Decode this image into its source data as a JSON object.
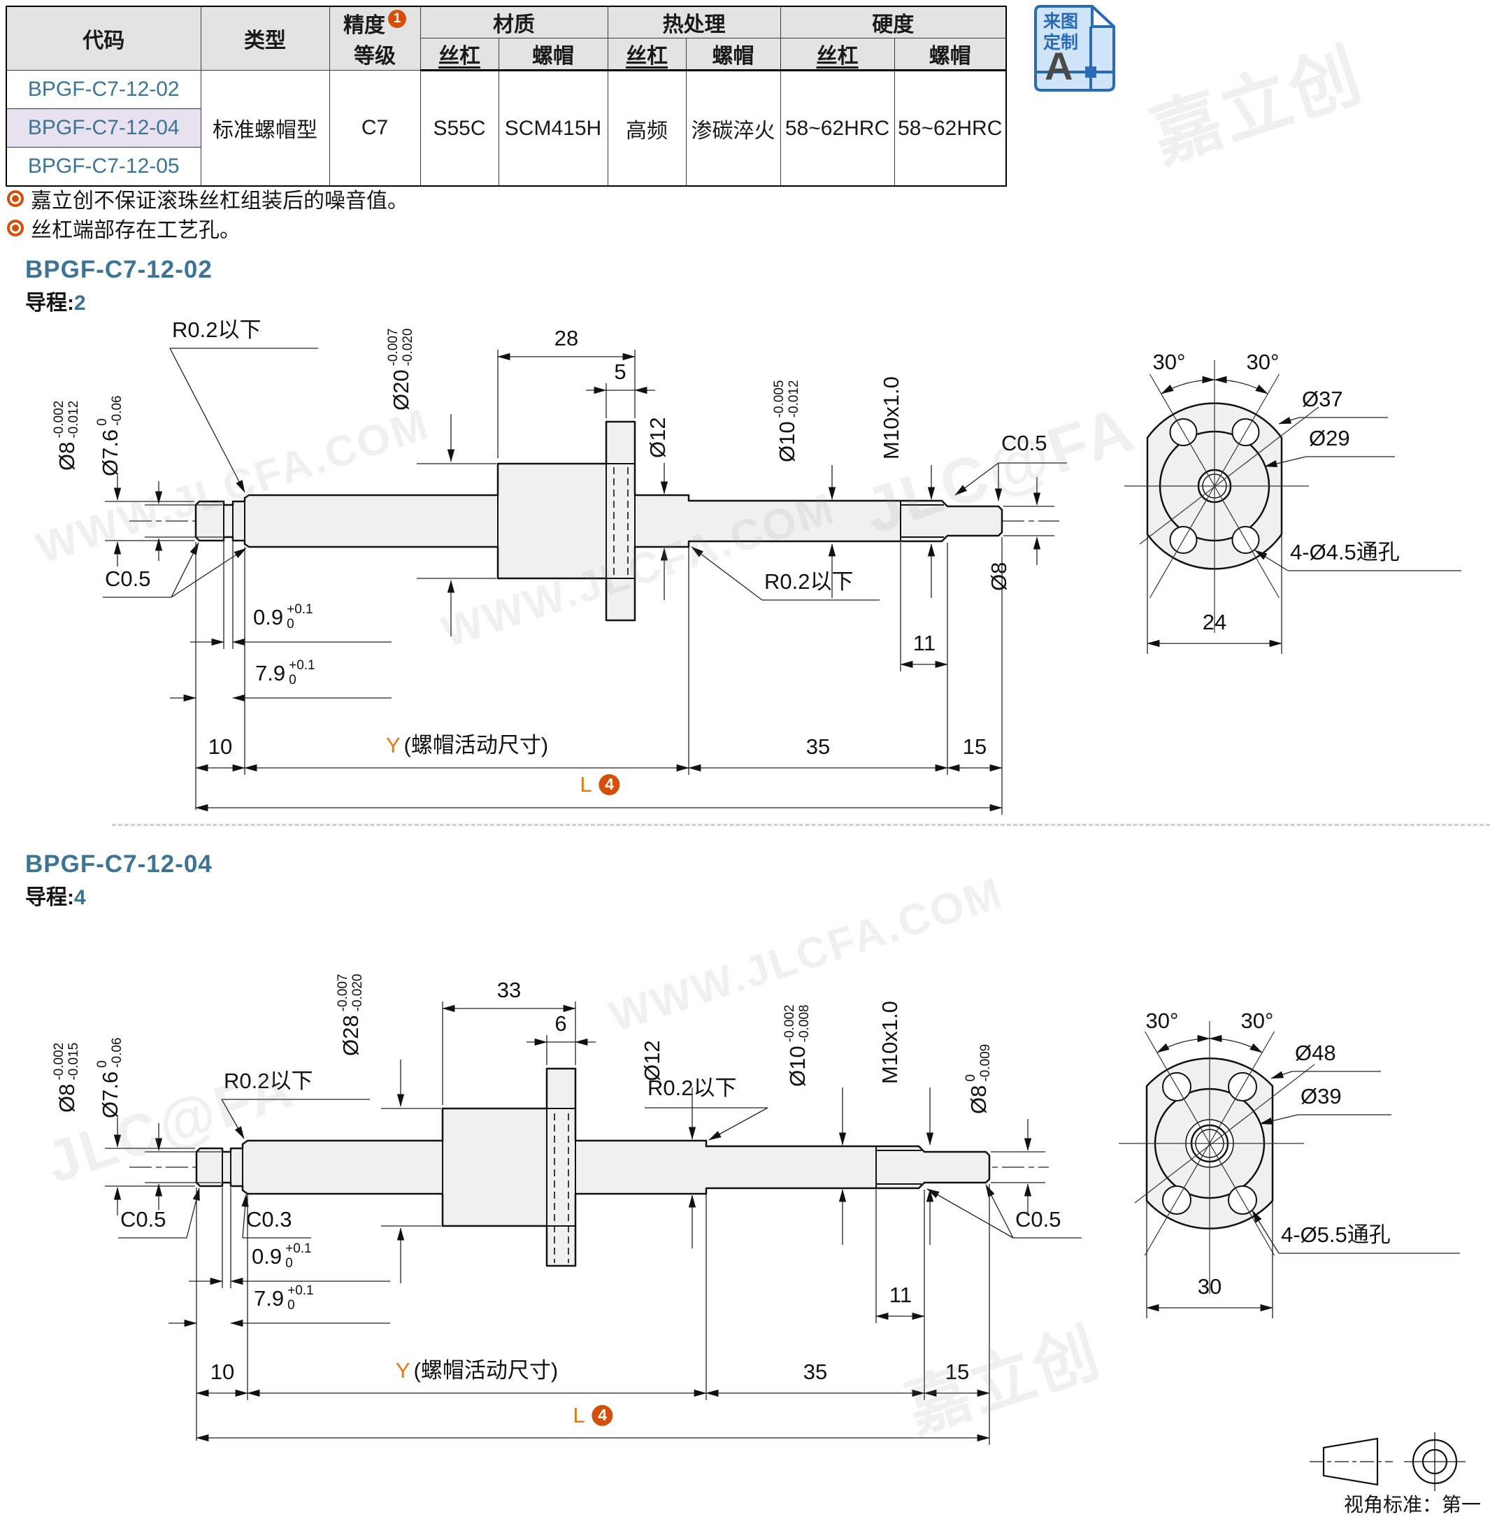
{
  "colors": {
    "accent_orange": "#e8790a",
    "badge_orange": "#d4500a",
    "link_blue": "#3c7496",
    "badge_blue": "#2a6bb5",
    "badge_bg": "#cfe4f7",
    "row_highlight": "#e7e1f0",
    "header_bg": "#e3e3e3"
  },
  "table": {
    "headers": {
      "code": "代码",
      "type": "类型",
      "precision_l1": "精度",
      "precision_badge": "1",
      "precision_l2": "等级",
      "material": "材质",
      "heat": "热处理",
      "hardness": "硬度",
      "sub_screw": "丝杠",
      "sub_nut": "螺帽"
    },
    "rows": [
      {
        "code": "BPGF-C7-12-02"
      },
      {
        "code": "BPGF-C7-12-04"
      },
      {
        "code": "BPGF-C7-12-05"
      }
    ],
    "merged": {
      "type": "标准螺帽型",
      "precision": "C7",
      "mat_screw": "S55C",
      "mat_nut": "SCM415H",
      "heat_screw": "高频",
      "heat_nut": "渗碳淬火",
      "hard_screw": "58~62HRC",
      "hard_nut": "58~62HRC"
    }
  },
  "custom_badge": {
    "line1": "来图",
    "line2": "定制",
    "letter": "A"
  },
  "notes": [
    {
      "text": "嘉立创不保证滚珠丝杠组装后的噪音值。"
    },
    {
      "text": "丝杠端部存在工艺孔。"
    }
  ],
  "watermark": {
    "brand": "JLC@FA",
    "brand_cn": "嘉立创",
    "url": "WWW.JLCFA.COM"
  },
  "footer": {
    "view_standard": "视角标准：第一视角"
  },
  "sections": [
    {
      "code": "BPGF-C7-12-02",
      "lead_label": "导程:",
      "lead": "2",
      "labels": {
        "nut_len": "28",
        "flange_t": "5",
        "dia_nut": {
          "m": "Ø20",
          "sup": "-0.007",
          "sub": "-0.020"
        },
        "dia_screw": "Ø12",
        "dia_tip_left": {
          "m": "Ø8",
          "sup": "-0.002",
          "sub": "-0.012"
        },
        "dia_groove": {
          "m": "Ø7.6",
          "sup": "0",
          "sub": "-0.06"
        },
        "r_left": "R0.2以下",
        "r_right": "R0.2以下",
        "dia_journal": {
          "m": "Ø10",
          "sup": "-0.005",
          "sub": "-0.012"
        },
        "thread": "M10x1.0",
        "c_left": "C0.5",
        "c_right": "C0.5",
        "dia_tip_right": {
          "m": "Ø8",
          "sup": "",
          "sub": ""
        },
        "groove_w": {
          "m": "0.9",
          "sup": "+0.1",
          "sub": "0"
        },
        "groove_pos": {
          "m": "7.9",
          "sup": "+0.1",
          "sub": "0"
        },
        "end_len": "10",
        "y_sym": "Y",
        "y_text": "(螺帽活动尺寸)",
        "mid_len": "35",
        "tip_len": "15",
        "thread_len": "11",
        "l_sym": "L",
        "l_note": "4",
        "ang_left": "30°",
        "ang_right": "30°",
        "flange_od": "Ø37",
        "bolt_circle": "Ø29",
        "holes": "4-Ø4.5通孔",
        "across_flats": "24"
      }
    },
    {
      "code": "BPGF-C7-12-04",
      "lead_label": "导程:",
      "lead": "4",
      "labels": {
        "nut_len": "33",
        "flange_t": "6",
        "dia_nut": {
          "m": "Ø28",
          "sup": "-0.007",
          "sub": "-0.020"
        },
        "dia_screw": "Ø12",
        "dia_tip_left": {
          "m": "Ø8",
          "sup": "-0.002",
          "sub": "-0.015"
        },
        "dia_groove": {
          "m": "Ø7.6",
          "sup": "0",
          "sub": "-0.06"
        },
        "r_left": "R0.2以下",
        "r_right": "R0.2以下",
        "dia_journal": {
          "m": "Ø10",
          "sup": "-0.002",
          "sub": "-0.008"
        },
        "thread": "M10x1.0",
        "c_left": "C0.5",
        "c_left2": "C0.3",
        "c_right": "C0.5",
        "dia_tip_right": {
          "m": "Ø8",
          "sup": "0",
          "sub": "-0.009"
        },
        "groove_w": {
          "m": "0.9",
          "sup": "+0.1",
          "sub": "0"
        },
        "groove_pos": {
          "m": "7.9",
          "sup": "+0.1",
          "sub": "0"
        },
        "end_len": "10",
        "y_sym": "Y",
        "y_text": "(螺帽活动尺寸)",
        "mid_len": "35",
        "tip_len": "15",
        "thread_len": "11",
        "l_sym": "L",
        "l_note": "4",
        "ang_left": "30°",
        "ang_right": "30°",
        "flange_od": "Ø48",
        "bolt_circle": "Ø39",
        "holes": "4-Ø5.5通孔",
        "across_flats": "30"
      }
    }
  ]
}
